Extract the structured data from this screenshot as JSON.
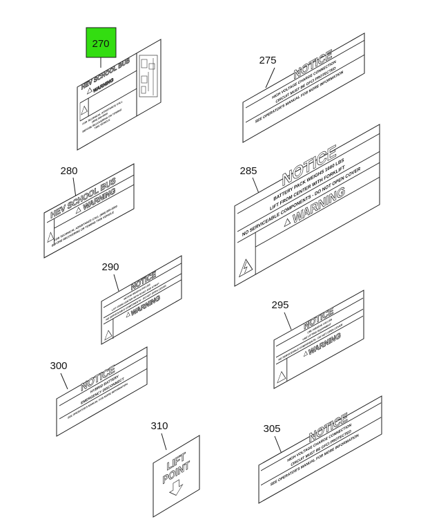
{
  "accent_color": "#33dd11",
  "callouts": {
    "c270": "270",
    "c275": "275",
    "c280": "280",
    "c285": "285",
    "c290": "290",
    "c295": "295",
    "c300": "300",
    "c305": "305",
    "c310": "310"
  },
  "labels": {
    "l270": {
      "title": "HEV SCHOOL BUS",
      "warning": "WARNING",
      "line1": "FOR TECHNICAL ASSISTANCE CALL",
      "line2": "(800) 000-0000",
      "line3": "BEFORE RECOVERING OR TOWING",
      "line4": "THIS VEHICLE"
    },
    "l275": {
      "heading": "NOTICE",
      "line1": "HIGH VOLTAGE CHARGE CONNECTION",
      "line2": "CIRCUIT MUST BE GFCI PROTECTED",
      "line3": "SEE OPERATOR'S MANUAL FOR MORE INFORMATION"
    },
    "l280": {
      "title": "HEV SCHOOL BUS",
      "warning": "WARNING",
      "line1": "FOR TECHNICAL ASSISTANCE CALL (800) 000-0000",
      "line2": "BEFORE RECOVERING OR TOWING THIS VEHICLE"
    },
    "l285": {
      "heading": "NOTICE",
      "line1": "BATTERY PACK WEIGHS 1660 LBS",
      "line2": "LIFT FROM CENTER WITH FORKLIFT",
      "line3": "NO SERVICEABLE COMPONENTS - DO NOT OPEN COVER",
      "warning": "WARNING"
    },
    "l290": {
      "heading": "NOTICE",
      "line1": "MOTOR WEIGHS 000 LBS",
      "line2": "LIFT FROM CENTER WITH HOIST AND STRAP",
      "line3": "NO SERVICEABLE COMPONENTS - DO NOT OPEN COVER",
      "warning": "WARNING"
    },
    "l295": {
      "heading": "NOTICE",
      "line1": "CBU WEIGHS 140 LBS",
      "line2": "USE LIFTING EQUIPMENT",
      "line3": "NO SERVICEABLE COMPONENTS - DO NOT OPEN COVER",
      "warning": "WARNING"
    },
    "l300": {
      "heading": "NOTICE",
      "line1": "HYBRID BATTERY",
      "line2": "EMERGENCY DISCONNECT",
      "line3": "SEE OPERATOR'S MANUAL FOR MORE INFORMATION"
    },
    "l305": {
      "heading": "NOTICE",
      "line1": "HIGH VOLTAGE CHARGE CONNECTION",
      "line2": "CIRCUIT MUST BE GFCI PROTECTED",
      "line3": "SEE OPERATOR'S MANUAL FOR MORE INFORMATION"
    },
    "l310": {
      "line1": "LIFT",
      "line2": "POINT"
    }
  }
}
